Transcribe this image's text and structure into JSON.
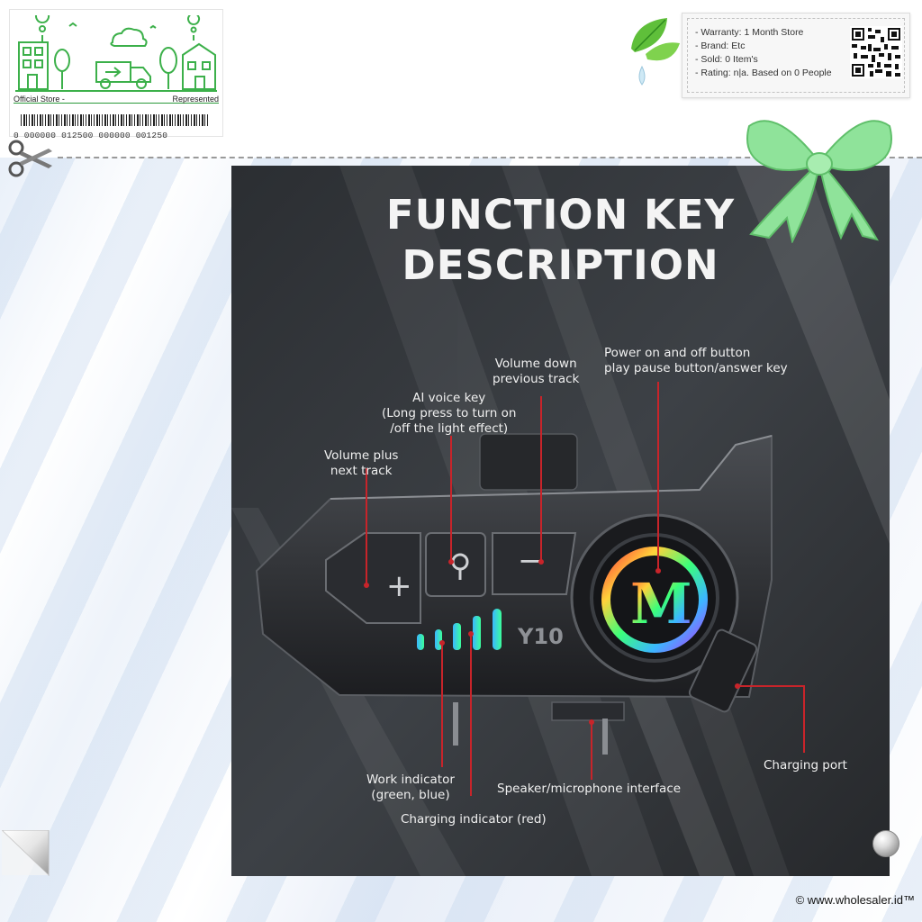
{
  "store": {
    "left_label": "Official Store -",
    "right_label": "Represented",
    "barcode_number": "0 000000 012500 000000 001250"
  },
  "info": {
    "warranty": "- Warranty: 1 Month Store",
    "brand": "- Brand: Etc",
    "sold": "- Sold: 0 Item's",
    "rating": "- Rating: n|a. Based on 0 People"
  },
  "product": {
    "title_line1": "FUNCTION KEY",
    "title_line2": "DESCRIPTION",
    "model_label": "Y10",
    "callouts": {
      "power_line1": "Power on and off button",
      "power_line2": "play pause button/answer key",
      "volume_down_line1": "Volume down",
      "volume_down_line2": "previous track",
      "ai_voice_line1": "AI voice key",
      "ai_voice_line2": "(Long press to turn on",
      "ai_voice_line3": "/off the light effect)",
      "volume_plus_line1": "Volume plus",
      "volume_plus_line2": "next track",
      "work_indicator_line1": "Work indicator",
      "work_indicator_line2": "(green, blue)",
      "charging_indicator": "Charging indicator (red)",
      "speaker_interface": "Speaker/microphone interface",
      "charging_port": "Charging port"
    }
  },
  "footer": {
    "copyright": "© www.wholesaler.id™"
  },
  "colors": {
    "store_green": "#2a9a3a",
    "callout_red": "#c8242a",
    "ring_gradient": [
      "#ff3b3b",
      "#ffd23b",
      "#3bff7a",
      "#3bb7ff",
      "#b03bff"
    ]
  }
}
